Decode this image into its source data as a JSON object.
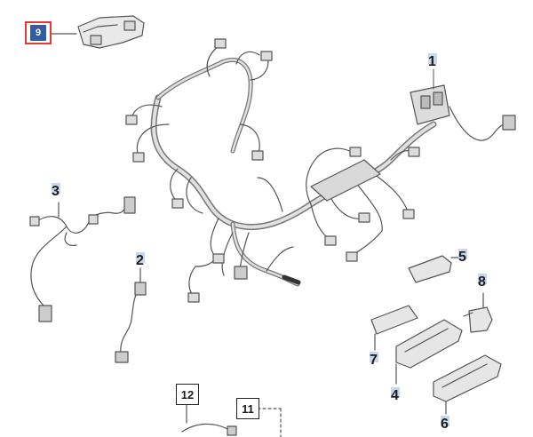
{
  "callouts": {
    "c1": "1",
    "c2": "2",
    "c3": "3",
    "c4": "4",
    "c5": "5",
    "c6": "6",
    "c7": "7",
    "c8": "8",
    "c9": "9",
    "c11": "11",
    "c12": "12"
  },
  "colors": {
    "selected_border": "#e03a3a",
    "selected_fill": "#2f5f9e",
    "tag_fill": "#c8d7ec",
    "line": "#555555"
  }
}
